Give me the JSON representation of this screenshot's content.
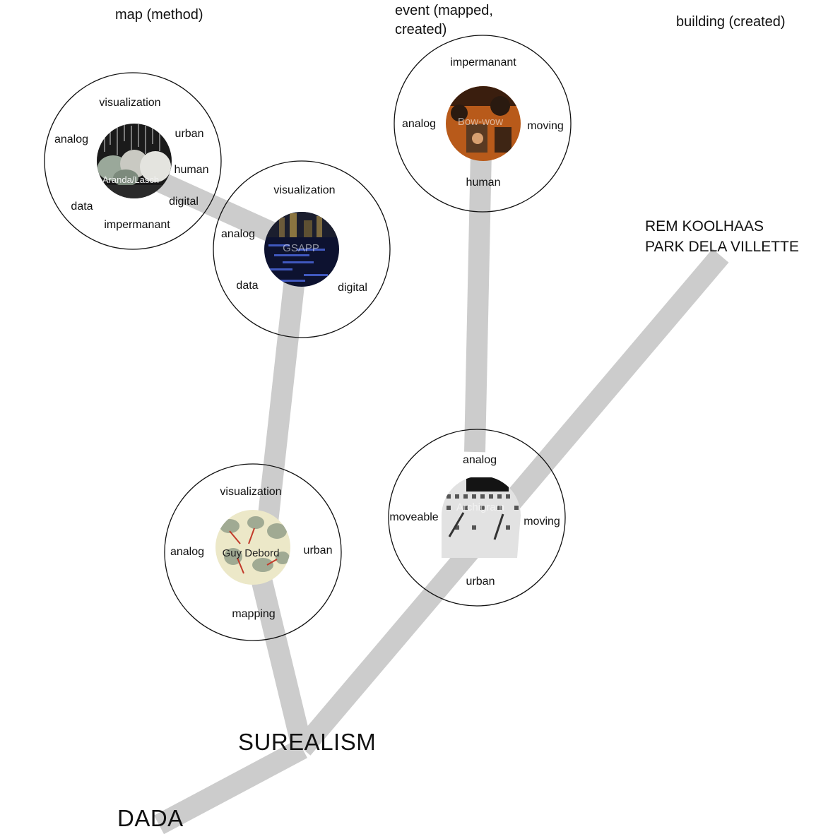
{
  "headers": {
    "map": "map (method)",
    "event_line1": "event (mapped,",
    "event_line2": "created)",
    "building": "building (created)"
  },
  "roots": {
    "dada": "DADA",
    "surealism": "SUREALISM"
  },
  "rem": {
    "line1": "REM KOOLHAAS",
    "line2": "PARK DELA VILLETTE"
  },
  "nodes": {
    "aranda": {
      "thumb_label": "Aranda/Lasch",
      "tags": [
        "visualization",
        "analog",
        "urban",
        "human",
        "digital",
        "data",
        "impermanant"
      ]
    },
    "gsapp": {
      "thumb_label": "GSAPP",
      "tags": [
        "visualization",
        "analog",
        "data",
        "digital"
      ]
    },
    "debord": {
      "thumb_label": "Guy Debord",
      "tags": [
        "visualization",
        "analog",
        "urban",
        "mapping"
      ]
    },
    "bowwow": {
      "thumb_label": "Bow-wow",
      "tags": [
        "impermanant",
        "analog",
        "moving",
        "human"
      ]
    },
    "archigram": {
      "thumb_label": "Archigram",
      "tags": [
        "analog",
        "moveable",
        "moving",
        "urban"
      ]
    }
  },
  "colors": {
    "branch": "#cccccc",
    "circle_stroke": "#111111",
    "text": "#111111"
  }
}
